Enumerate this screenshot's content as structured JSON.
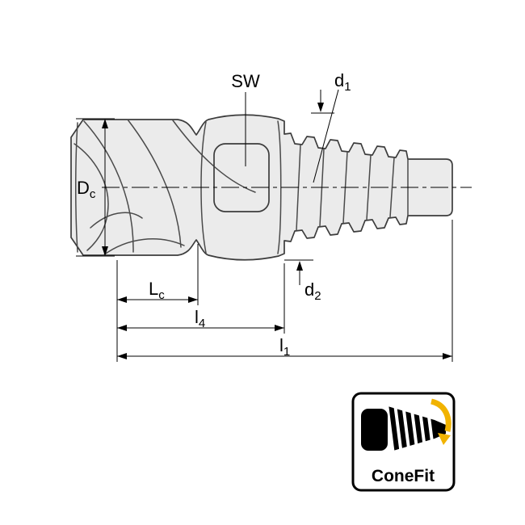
{
  "drawing": {
    "labels": {
      "sw": "SW",
      "d1": {
        "base": "d",
        "sub": "1"
      },
      "dc": {
        "base": "D",
        "sub": "c"
      },
      "d2": {
        "base": "d",
        "sub": "2"
      },
      "lc": {
        "base": "L",
        "sub": "c"
      },
      "l4": {
        "base": "l",
        "sub": "4"
      },
      "l1": {
        "base": "l",
        "sub": "1"
      }
    }
  },
  "logo": {
    "brand": "ConeFit"
  },
  "colors": {
    "body_fill": "#ebebeb",
    "outline": "#3c3c3c",
    "dimension": "#000000",
    "arrow_yellow": "#f1b300",
    "background": "#ffffff"
  }
}
